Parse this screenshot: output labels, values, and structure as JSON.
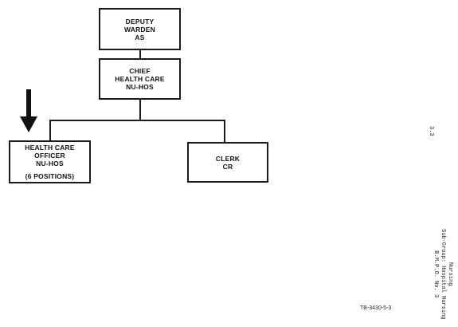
{
  "org_chart": {
    "deputy_warden": {
      "title_line1": "DEPUTY",
      "title_line2": "WARDEN",
      "code": "AS"
    },
    "chief_health_care": {
      "title_line1": "CHIEF",
      "title_line2": "HEALTH CARE",
      "code": "NU-HOS"
    },
    "health_care_officer": {
      "title_line1": "HEALTH CARE",
      "title_line2": "OFFICER",
      "code": "NU-HOS",
      "positions": "(6 POSITIONS)"
    },
    "clerk": {
      "title": "CLERK",
      "code": "CR"
    }
  },
  "annotations": {
    "arrow_icon": "down-arrow-icon",
    "page_number": "3.3",
    "side_text": [
      "Nursing",
      "Sub-Group: Hospital Nursing",
      "B.M.P.O. No. 3"
    ],
    "document_id": "TB-3430-5-3"
  },
  "colors": {
    "line": "#1a1a1a",
    "background": "#ffffff"
  }
}
